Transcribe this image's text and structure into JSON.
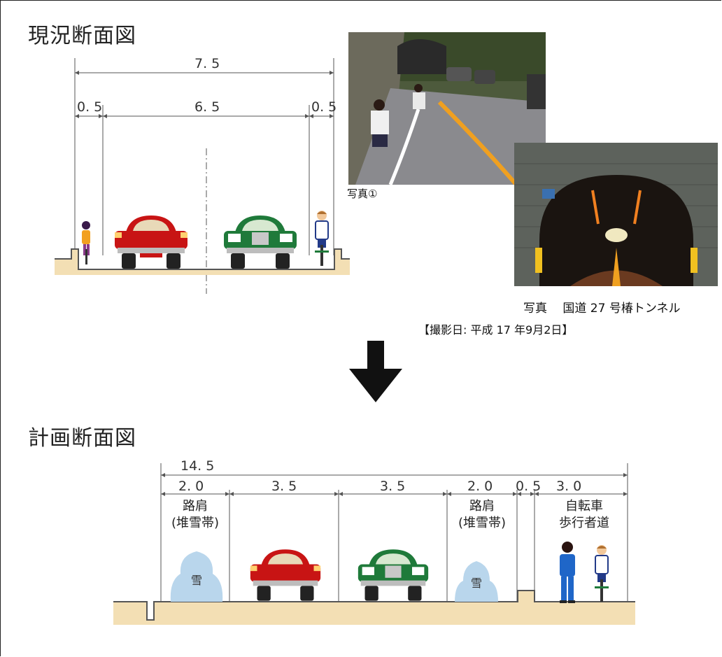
{
  "existing": {
    "title": "現況断面図",
    "dims": {
      "total": "7. 5",
      "left_shoulder": "0. 5",
      "carriageway": "6. 5",
      "right_shoulder": "0. 5"
    }
  },
  "planned": {
    "title": "計画断面図",
    "dims": {
      "total": "14. 5",
      "shoulder_left": "2. 0",
      "lane_1": "3. 5",
      "lane_2": "3. 5",
      "shoulder_right": "2. 0",
      "median_gap": "0. 5",
      "sidewalk": "3. 0"
    },
    "labels": {
      "shoulder_left_line1": "路肩",
      "shoulder_left_line2": "(堆雪帯)",
      "shoulder_right_line1": "路肩",
      "shoulder_right_line2": "(堆雪帯)",
      "sidewalk_line1": "自転車",
      "sidewalk_line2": "歩行者道",
      "snow_left": "雪",
      "snow_right": "雪"
    }
  },
  "photos": {
    "photo1_caption": "写真①",
    "photo2_caption": "写真　 国道 27 号椿トンネル",
    "date_caption": "【撮影日: 平成 17 年9月2日】"
  },
  "colors": {
    "road": "#f3dfb4",
    "road_edge": "#555555",
    "car_red": "#c81414",
    "car_green": "#1f7a3a",
    "snow": "#b9d6ec",
    "arrow": "#111111"
  },
  "icons": [
    "down-arrow-icon",
    "bicycle-icon",
    "pedestrian-icon",
    "car-icon",
    "snow-pile-icon",
    "tunnel-photo",
    "road-photo"
  ]
}
